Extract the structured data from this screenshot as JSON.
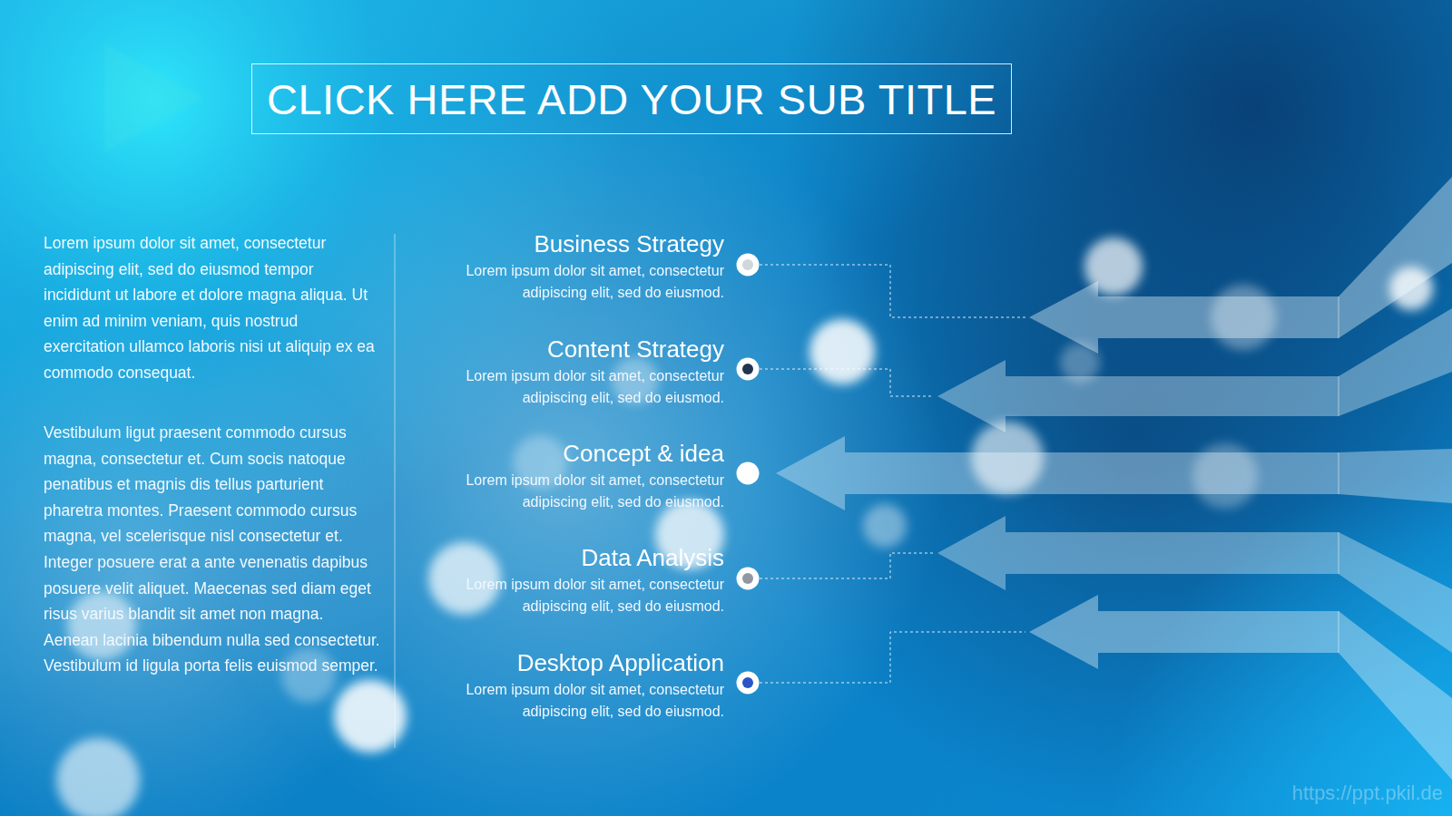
{
  "diagram": {
    "title": "CLICK HERE ADD YOUR SUB TITLE",
    "nodes": [
      {
        "text": [
          "Business Strategy",
          "Lorem ipsum dolor sit amet, consectetur adipiscing elit, sed do eiusmod."
        ]
      },
      {
        "text": [
          "Content Strategy",
          "Lorem ipsum dolor sit amet, consectetur adipiscing elit, sed do eiusmod."
        ]
      },
      {
        "text": [
          "Concept & idea",
          "Lorem ipsum dolor sit amet, consectetur adipiscing elit, sed do eiusmod."
        ]
      },
      {
        "text": [
          "Data Analysis",
          "Lorem ipsum dolor sit amet, consectetur adipiscing elit, sed do eiusmod."
        ]
      },
      {
        "text": [
          "Desktop Application",
          "Lorem ipsum dolor sit amet, consectetur adipiscing elit, sed do eiusmod."
        ]
      }
    ],
    "labels": [
      "Lorem ipsum dolor sit amet, consectetur adipiscing elit, sed do eiusmod tempor incididunt ut labore et dolore magna aliqua. Ut enim ad minim veniam, quis nostrud exercitation ullamco laboris nisi ut aliquip ex ea commodo consequat.",
      "Vestibulum ligut praesent commodo cursus magna, consectetur et. Cum socis natoque penatibus et magnis dis tellus parturient pharetra montes. Praesent commodo cursus magna, vel scelerisque nisl consectetur et. Integer posuere erat a ante venenatis dapibus posuere velit aliquet. Maecenas sed diam eget risus varius blandit sit amet non magna. Aenean lacinia bibendum nulla sed consectetur. Vestibulum id ligula porta felis euismod semper.",
      "https://ppt.pkil.de"
    ]
  }
}
